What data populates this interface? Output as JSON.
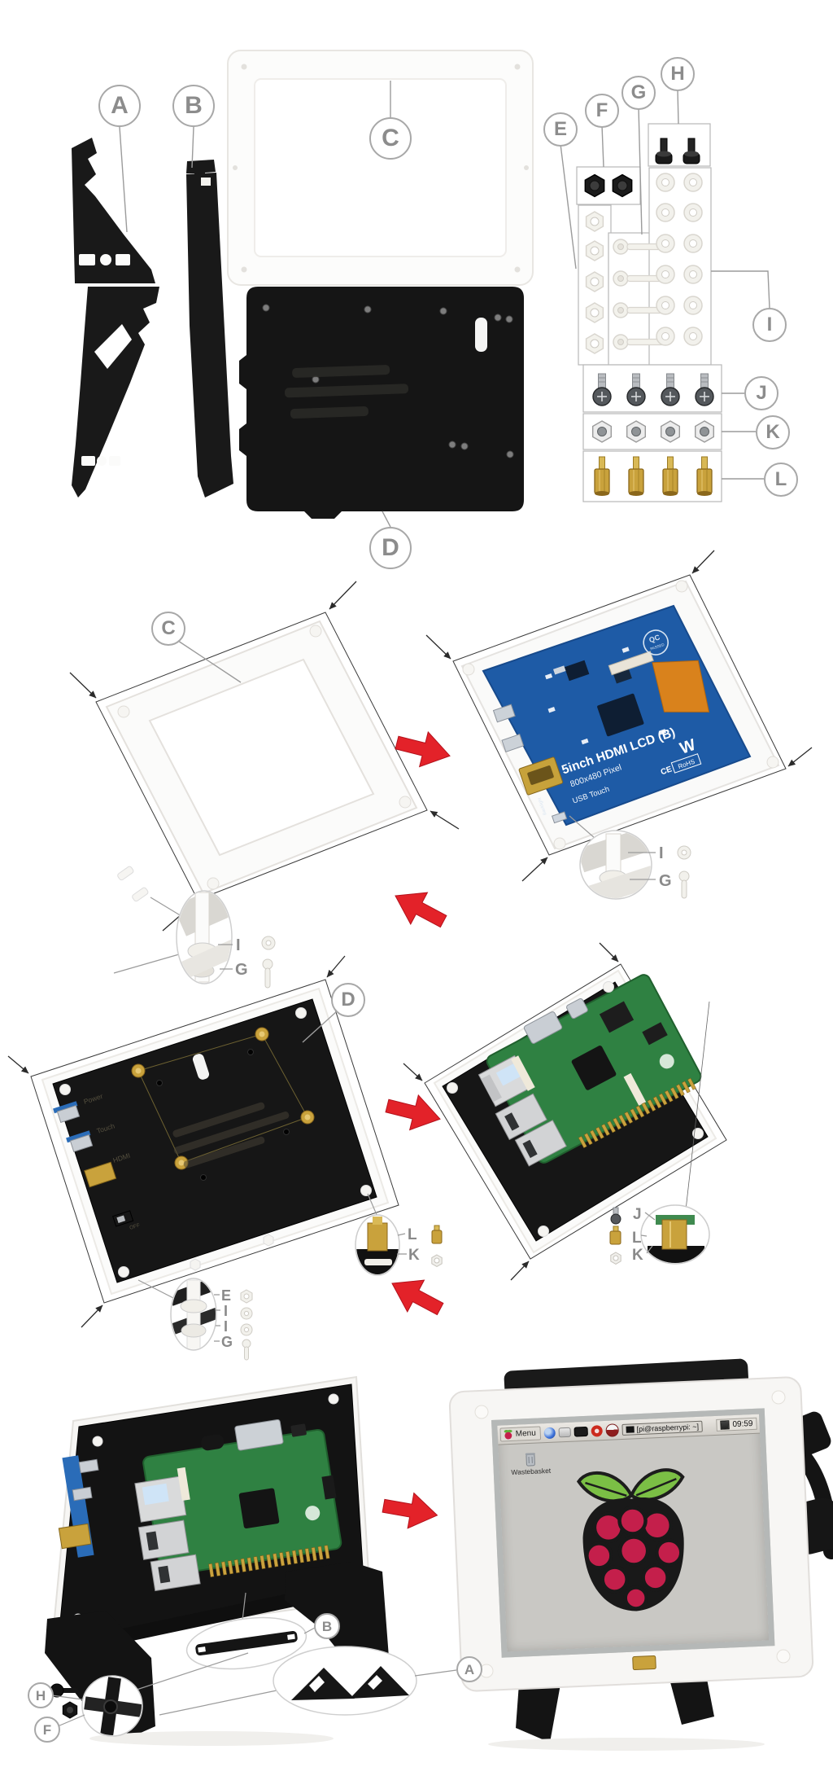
{
  "labels": {
    "a": "A",
    "b": "B",
    "c": "C",
    "d": "D",
    "e": "E",
    "f": "F",
    "g": "G",
    "h": "H",
    "i": "I",
    "j": "J",
    "k": "K",
    "l": "L"
  },
  "lcd_board": {
    "title": "5inch HDMI LCD (B)",
    "resolution": "800x480 Pixel",
    "touch": "USB Touch",
    "qc_line1": "QC",
    "qc_line2": "PASSED",
    "ce": "CE",
    "rohs": "RoHS",
    "logo": "W",
    "backlight": "Backlight"
  },
  "back_plate": {
    "power": "Power",
    "touch": "Touch",
    "hdmi": "HDMI",
    "switch_off": "OFF"
  },
  "desktop": {
    "menu": "Menu",
    "terminal_button": "[pi@raspberrypi: ~]",
    "clock": "09:59",
    "wastebasket": "Wastebasket"
  },
  "colors": {
    "arrow": "#e32229",
    "pcb_blue": "#1e5ba6",
    "pi_green": "#2f8142",
    "brass": "#c9a23c",
    "berry": "#c41f4b",
    "leaf": "#7bbf45",
    "label_gray": "#8c8c8c"
  }
}
